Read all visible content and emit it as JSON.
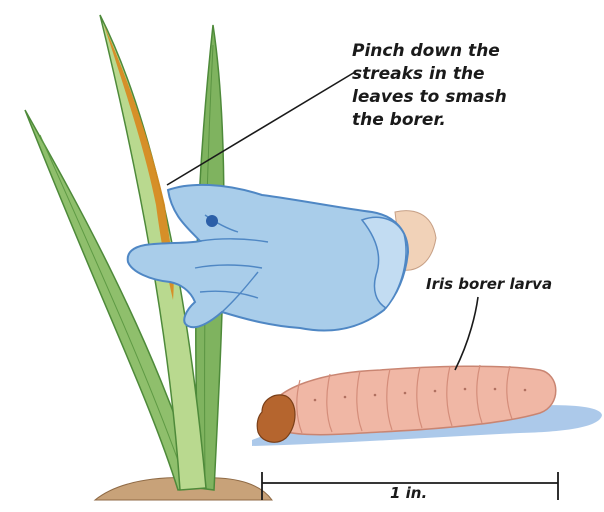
{
  "illustration": {
    "instruction_label": "Pinch down the\nstreaks in the\nleaves to smash\nthe borer.",
    "larva_label": "Iris borer larva",
    "scale_label": "1 in."
  },
  "colors": {
    "leaf_green": "#8fbf6c",
    "leaf_dark": "#4e8a3a",
    "streak_orange": "#d8891f",
    "glove_blue": "#a9cdea",
    "glove_outline": "#4f87c4",
    "larva_pink": "#f0b7a5",
    "larva_head": "#b5652e",
    "soil_brown": "#c8a279",
    "shadow_blue": "#9dbfe6"
  }
}
